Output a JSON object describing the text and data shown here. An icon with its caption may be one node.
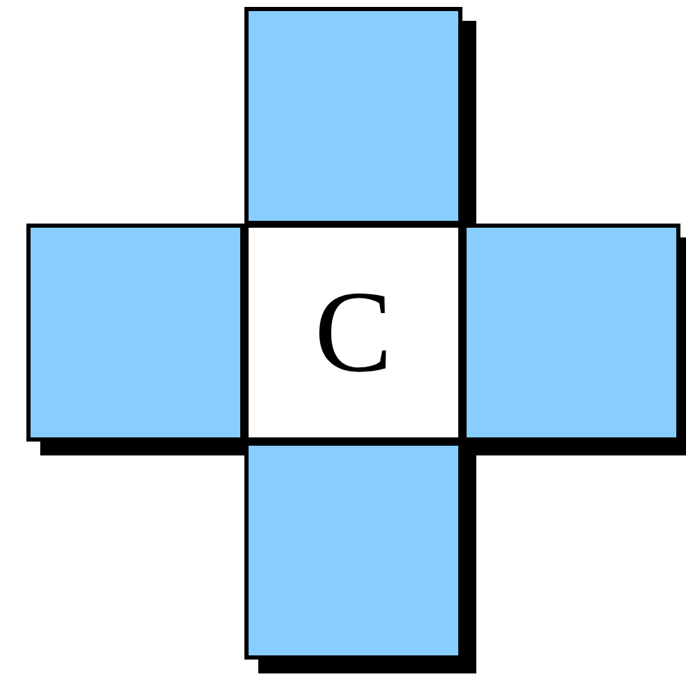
{
  "diagram": {
    "nodes": [
      {
        "text": [],
        "shape": "box"
      },
      {
        "text": [],
        "shape": "box"
      },
      {
        "text": [
          "C"
        ]
      },
      {
        "text": [],
        "shape": "box"
      },
      {
        "text": [],
        "shape": "box"
      }
    ]
  }
}
